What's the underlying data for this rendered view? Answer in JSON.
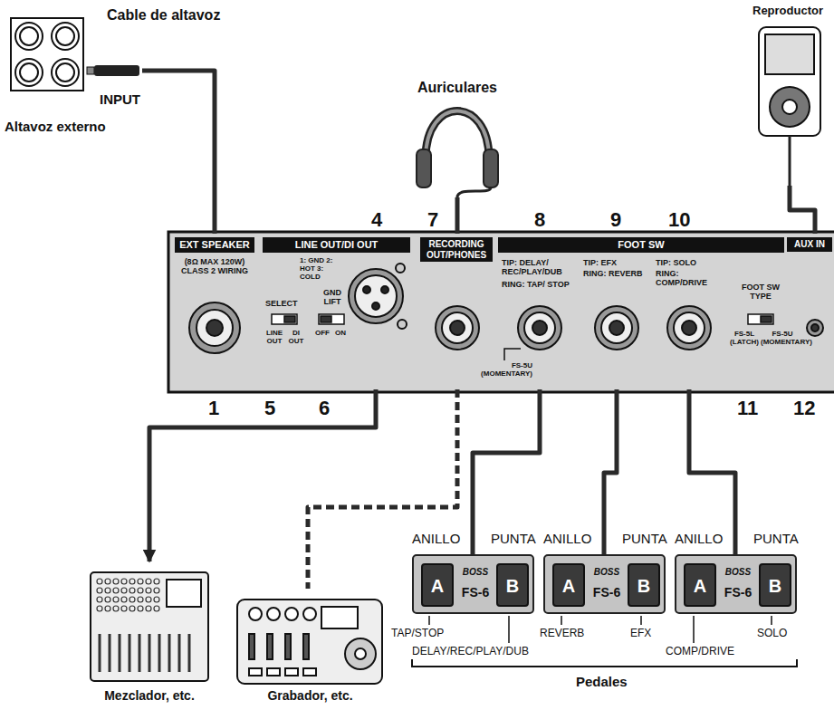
{
  "diagram": {
    "nodes": [
      {
        "text": [
          "INPUT",
          "Altavoz externo"
        ]
      },
      {
        "text": [
          "Auriculares"
        ]
      },
      {
        "text": [
          "Reproductor"
        ]
      },
      {
        "text": [
          "EXT SPEAKER",
          "(8Ω MAX 120W) CLASS 2 WIRING"
        ]
      },
      {
        "text": [
          "LINE OUT/DI OUT"
        ]
      },
      {
        "text": [
          "RECORDING OUT/PHONES"
        ]
      },
      {
        "text": [
          "TIP: DELAY/ REC/PLAY/DUB",
          "RING: TAP/ STOP"
        ]
      },
      {
        "text": [
          "TIP: EFX",
          "RING: REVERB"
        ]
      },
      {
        "text": [
          "TIP: SOLO",
          "RING: COMP/DRIVE"
        ]
      },
      {
        "text": [
          "AUX IN"
        ]
      },
      {
        "text": [
          "Mezclador, etc."
        ]
      },
      {
        "text": [
          "Grabador, etc."
        ]
      },
      {
        "text": [
          "A",
          "BOSS",
          "FS-6",
          "B"
        ]
      },
      {
        "text": [
          "A",
          "BOSS",
          "FS-6",
          "B"
        ]
      },
      {
        "text": [
          "A",
          "BOSS",
          "FS-6",
          "B"
        ]
      }
    ],
    "edges": [
      {
        "from": 0,
        "to": 3,
        "arrow": "none"
      },
      {
        "from": 1,
        "to": 5,
        "arrow": "none"
      },
      {
        "from": 2,
        "to": 9,
        "arrow": "none"
      },
      {
        "from": 4,
        "to": 10,
        "arrow": "to"
      },
      {
        "from": 5,
        "to": 11,
        "arrow": "none"
      },
      {
        "from": 6,
        "to": 12,
        "arrow": "none"
      },
      {
        "from": 7,
        "to": 13,
        "arrow": "none"
      },
      {
        "from": 8,
        "to": 14,
        "arrow": "none"
      }
    ],
    "labels": [
      "Cable de altavoz",
      "4",
      "7",
      "8",
      "9",
      "10",
      "1",
      "5",
      "6",
      "11",
      "12",
      "1: GND 2: HOT 3: COLD",
      "SELECT",
      "GND LIFT",
      "LINE OUT",
      "DI OUT",
      "OFF",
      "ON",
      "FOOT SW",
      "FS-5U (MOMENTARY)",
      "FOOT SW TYPE",
      "FS-5L (LATCH)",
      "FS-5U (MOMENTARY)",
      "ANILLO",
      "PUNTA",
      "ANILLO",
      "PUNTA",
      "ANILLO",
      "PUNTA",
      "TAP/STOP",
      "DELAY/REC/PLAY/DUB",
      "REVERB",
      "EFX",
      "COMP/DRIVE",
      "SOLO",
      "Pedales"
    ]
  }
}
